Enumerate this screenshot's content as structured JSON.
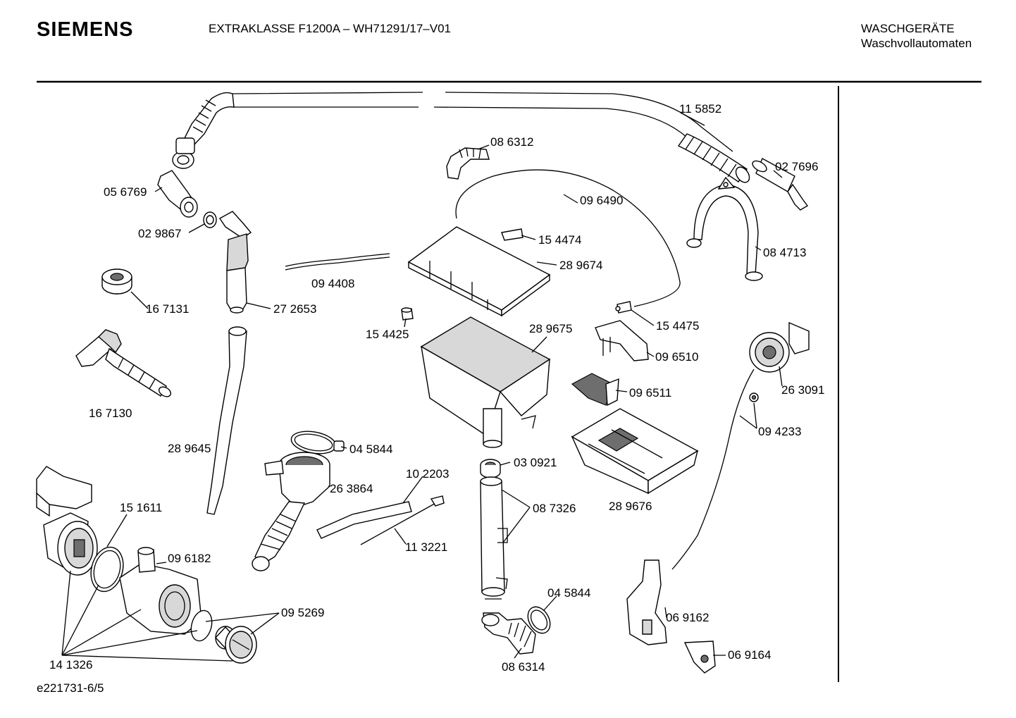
{
  "header": {
    "brand": "SIEMENS",
    "model": "EXTRAKLASSE F1200A – WH71291/17–V01",
    "category_line1": "WASCHGERÄTE",
    "category_line2": "Waschvollautomaten"
  },
  "footer": {
    "document_id": "e221731-6/5"
  },
  "parts": {
    "p115852": "11 5852",
    "p027696": "02 7696",
    "p086312": "08 6312",
    "p096490": "09 6490",
    "p056769": "05 6769",
    "p029867": "02 9867",
    "p154474": "15 4474",
    "p289674": "28 9674",
    "p084713": "08 4713",
    "p094408": "09 4408",
    "p167131": "16 7131",
    "p272653": "27 2653",
    "p154425": "15 4425",
    "p289675": "28 9675",
    "p154475": "15 4475",
    "p096510": "09 6510",
    "p263091": "26 3091",
    "p167130": "16 7130",
    "p096511": "09 6511",
    "p094233": "09 4233",
    "p289645": "28 9645",
    "p045844a": "04 5844",
    "p030921": "03 0921",
    "p102203": "10 2203",
    "p263864": "26 3864",
    "p087326": "08 7326",
    "p289676": "28 9676",
    "p151611": "15 1611",
    "p113221": "11 3221",
    "p096182": "09 6182",
    "p045844b": "04 5844",
    "p095269": "09 5269",
    "p069162": "06 9162",
    "p141326": "14 1326",
    "p086314": "08 6314",
    "p069164": "06 9164"
  }
}
